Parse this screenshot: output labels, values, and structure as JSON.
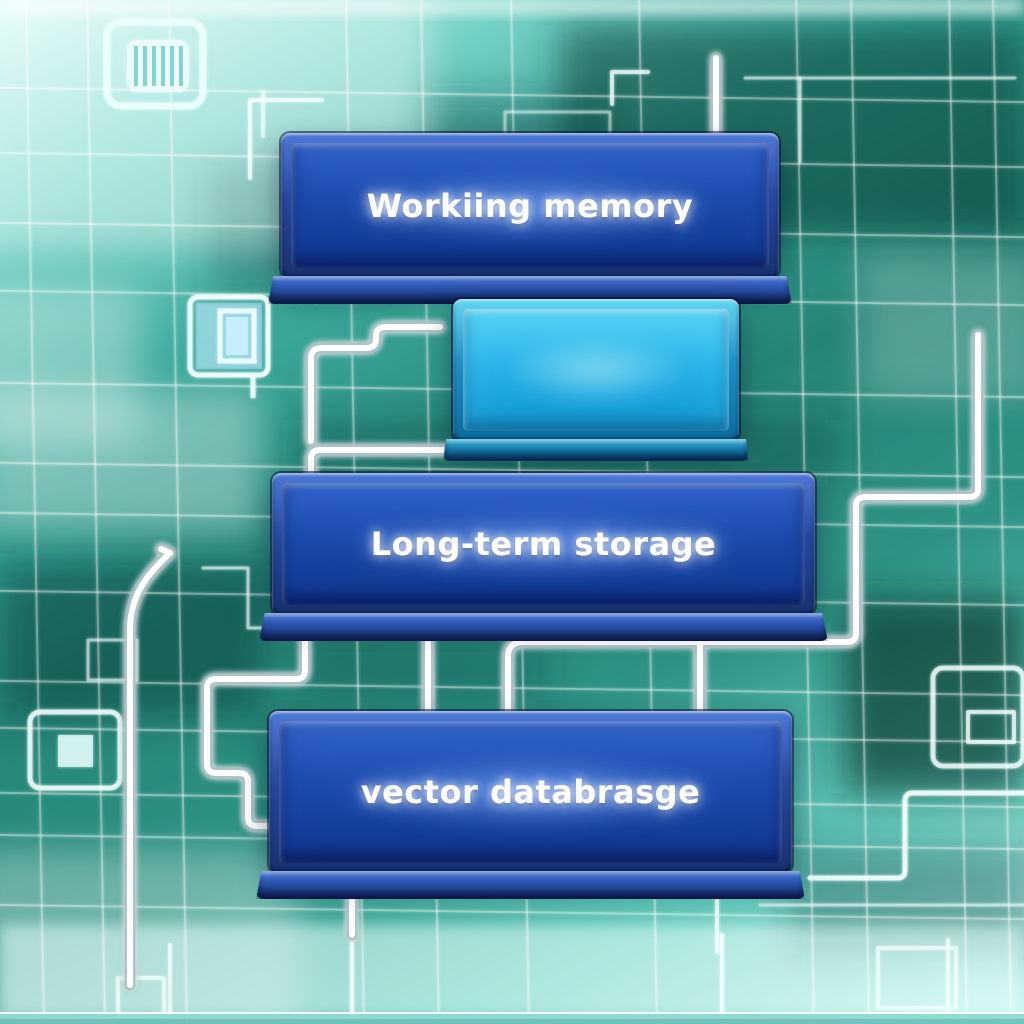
{
  "diagram": {
    "type": "flowchart",
    "style": "glossy 3d boxes on glowing teal circuit board",
    "nodes": [
      {
        "id": "working-memory",
        "label": "Workiing memory",
        "shape": "blue-3d-box"
      },
      {
        "id": "buffer",
        "label": "",
        "shape": "cyan-3d-box"
      },
      {
        "id": "long-term-storage",
        "label": "Long-term storage",
        "shape": "blue-3d-box"
      },
      {
        "id": "vector-database",
        "label": "vector databrasge",
        "shape": "blue-3d-box"
      }
    ],
    "edges": [
      {
        "from": "working-memory",
        "to": "buffer"
      },
      {
        "from": "working-memory",
        "to": "buffer"
      },
      {
        "from": "buffer",
        "to": "long-term-storage"
      },
      {
        "from": "long-term-storage",
        "to": "vector-database"
      },
      {
        "from": "long-term-storage",
        "to": "vector-database"
      },
      {
        "from": "long-term-storage",
        "to": "vector-database"
      }
    ],
    "background_icons": [
      {
        "name": "chip-icon"
      },
      {
        "name": "maze-icon"
      }
    ],
    "colors": {
      "box_blue_face": "#1e4cb0",
      "box_blue_frame": "#17306e",
      "box_cyan_face": "#27b2e6",
      "box_cyan_frame": "#0b6a9d",
      "background_teal": "#2f9d8e",
      "background_dark": "#073f34",
      "background_bright": "#c6f4ee",
      "trace_white": "#ffffff",
      "label_color": "#ffffff"
    }
  }
}
